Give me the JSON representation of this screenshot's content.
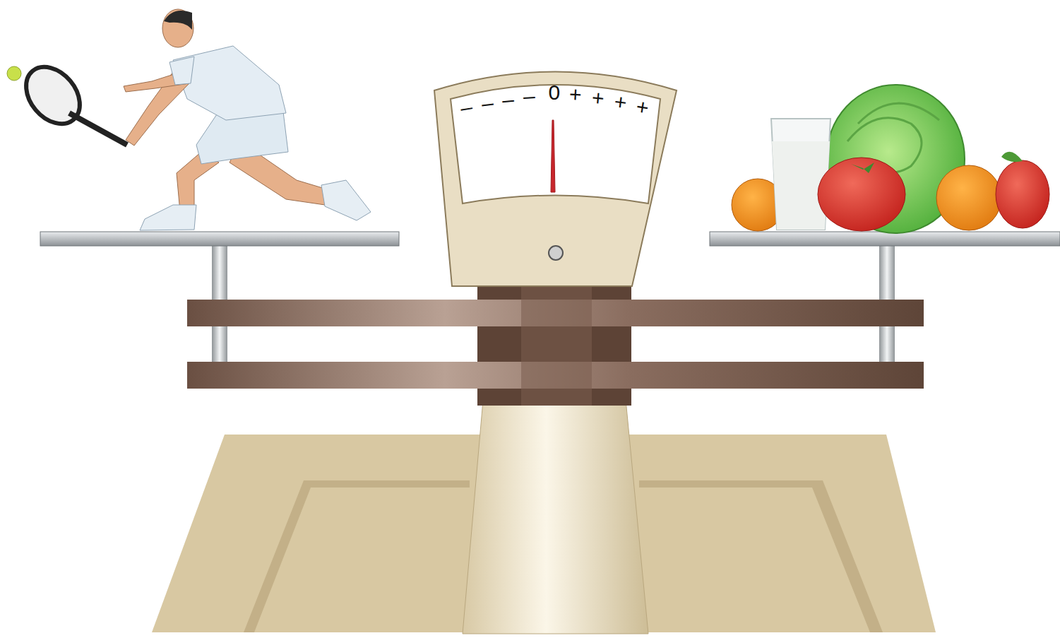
{
  "diagram": {
    "labels": [
      "–",
      "–",
      "–",
      "–",
      "0",
      "+",
      "+",
      "+",
      "+"
    ]
  }
}
